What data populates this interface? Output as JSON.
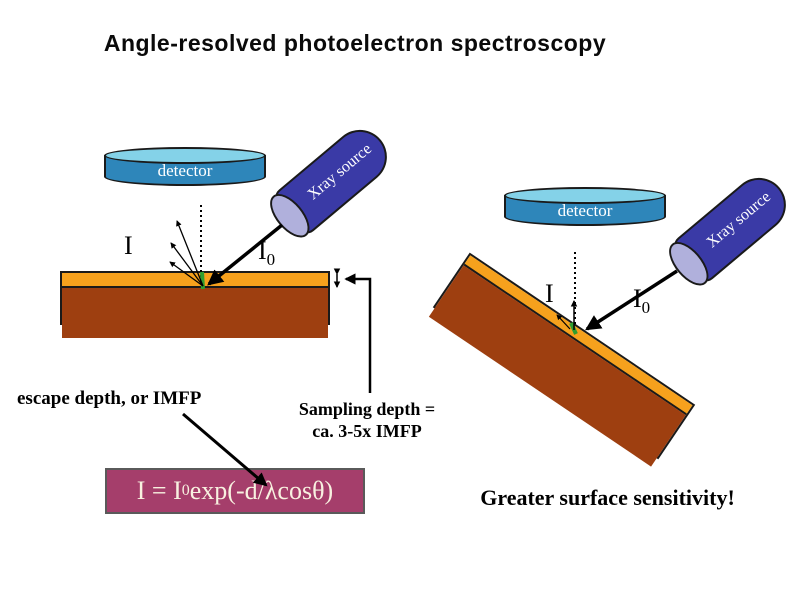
{
  "title": "Angle-resolved photoelectron spectroscopy",
  "colors": {
    "detector_body": "#2e86ba",
    "detector_top": "#84d2e8",
    "xray_source_body": "#3a3aa6",
    "xray_source_cap": "#b0b0dc",
    "surface_layer_orange": "#f6a11d",
    "substrate_brown": "#9e3f10",
    "emission_green": "#2f9e2f",
    "formula_bg": "#a53e6b",
    "formula_text": "#f8f1e0"
  },
  "left_diagram": {
    "detector_label": "detector",
    "xray_source_label": "Xray source",
    "emitted_intensity_label": "I",
    "incident_intensity_base": "I",
    "incident_intensity_sub": "0"
  },
  "right_diagram": {
    "detector_label": "detector",
    "xray_source_label": "Xray source",
    "emitted_intensity_label": "I",
    "incident_intensity_base": "I",
    "incident_intensity_sub": "0"
  },
  "annotations": {
    "escape_depth_label": "escape depth, or IMFP",
    "sampling_depth_line1": "Sampling depth =",
    "sampling_depth_line2": "ca. 3-5x IMFP",
    "conclusion_label": "Greater surface sensitivity!"
  },
  "formula": {
    "part1": "I = I",
    "sub": "0",
    "part2": "exp(-d/λcosθ)"
  }
}
